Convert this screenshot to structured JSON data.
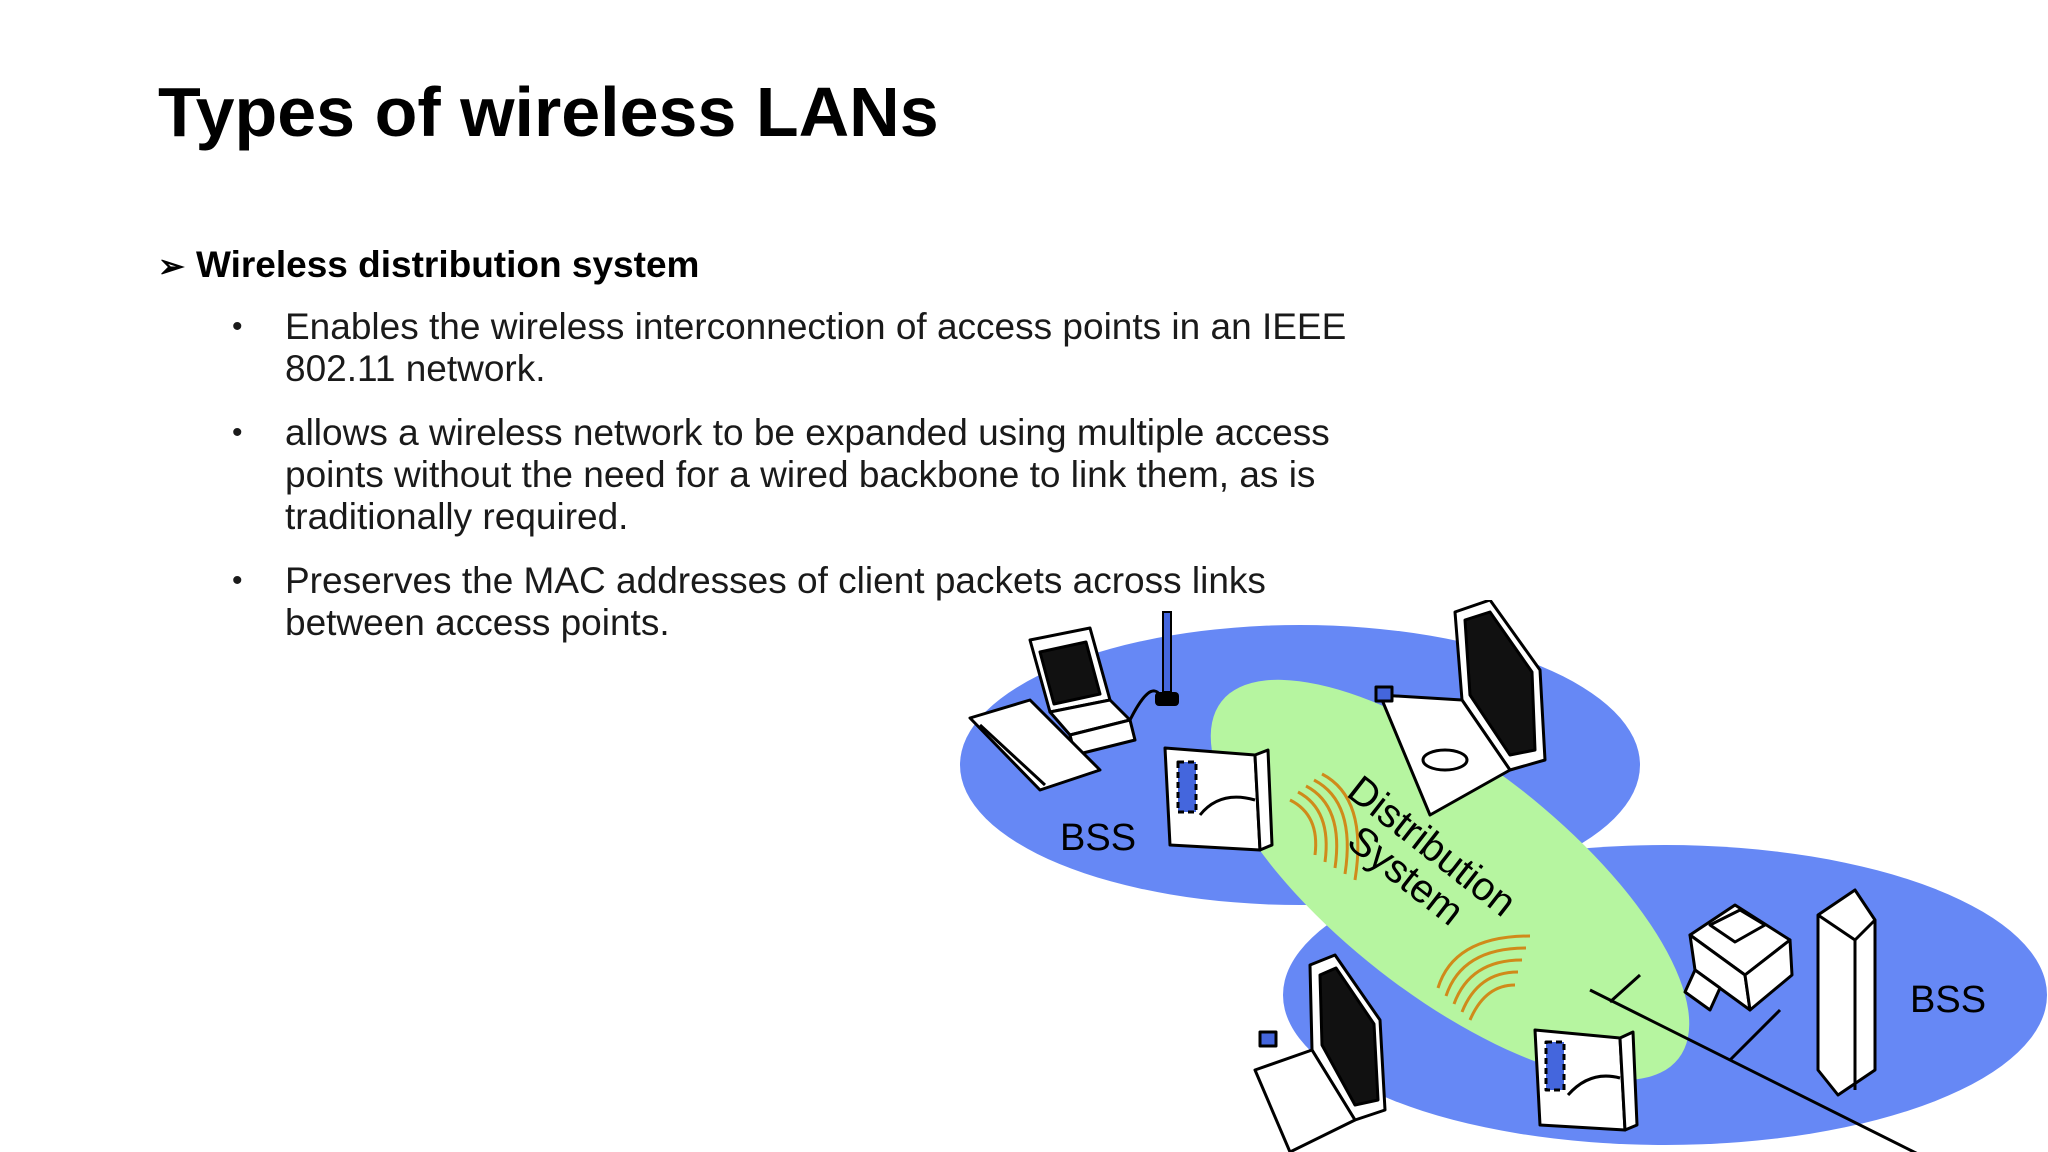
{
  "slide": {
    "title": "Types of wireless LANs",
    "heading": "Wireless distribution system",
    "heading_marker": "➢",
    "bullet_marker": "•",
    "bullets": [
      {
        "text": "Enables the wireless interconnection of access points in an IEEE 802.11 network."
      },
      {
        "text": "allows a wireless network to be expanded using multiple access points without the need for a wired backbone to link them, as is traditionally required."
      },
      {
        "text": "Preserves the MAC addresses of client packets across links between access points."
      }
    ]
  },
  "diagram": {
    "bss_left_label": "BSS",
    "bss_right_label": "BSS",
    "distribution_line1": "Distribution",
    "distribution_line2": "System",
    "colors": {
      "bss": "#6688f5",
      "distribution": "#b6f5a0",
      "signal": "#d08a1a",
      "outline": "#000000"
    },
    "icons": [
      "desktop-computer-icon",
      "access-point-icon",
      "laptop-icon",
      "printer-icon",
      "server-tower-icon",
      "antenna-icon",
      "signal-waves-icon"
    ]
  }
}
